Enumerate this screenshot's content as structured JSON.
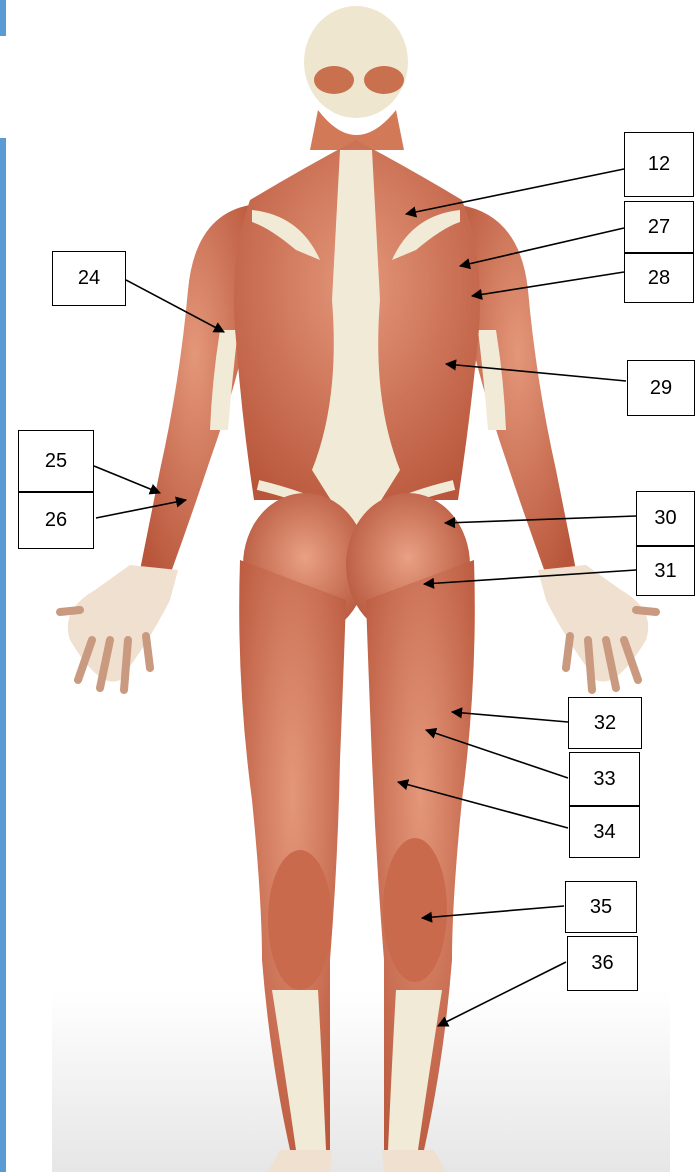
{
  "figure": {
    "skin_color": "#d9805e",
    "muscle_dark": "#b8553a",
    "tendon_color": "#f1ead6",
    "background_fade": "#eeeeee"
  },
  "labels": [
    {
      "id": "12",
      "text": "12"
    },
    {
      "id": "27",
      "text": "27"
    },
    {
      "id": "28",
      "text": "28"
    },
    {
      "id": "24",
      "text": "24"
    },
    {
      "id": "29",
      "text": "29"
    },
    {
      "id": "25",
      "text": "25"
    },
    {
      "id": "26",
      "text": "26"
    },
    {
      "id": "30",
      "text": "30"
    },
    {
      "id": "31",
      "text": "31"
    },
    {
      "id": "32",
      "text": "32"
    },
    {
      "id": "33",
      "text": "33"
    },
    {
      "id": "34",
      "text": "34"
    },
    {
      "id": "35",
      "text": "35"
    },
    {
      "id": "36",
      "text": "36"
    }
  ]
}
